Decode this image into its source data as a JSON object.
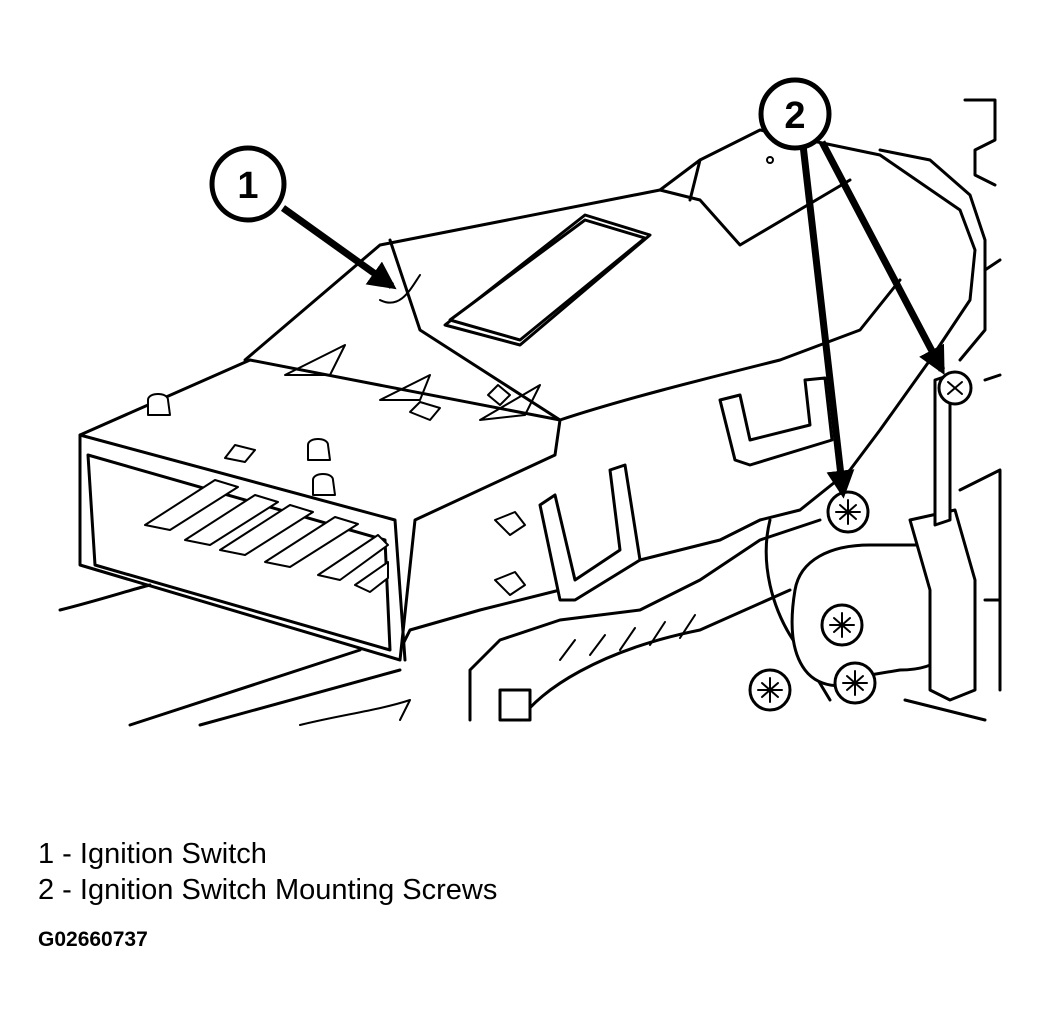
{
  "callouts": [
    {
      "number": "1"
    },
    {
      "number": "2"
    }
  ],
  "legend": [
    {
      "text": "1 - Ignition Switch"
    },
    {
      "text": "2 - Ignition Switch Mounting Screws"
    }
  ],
  "figure_code": "G02660737"
}
